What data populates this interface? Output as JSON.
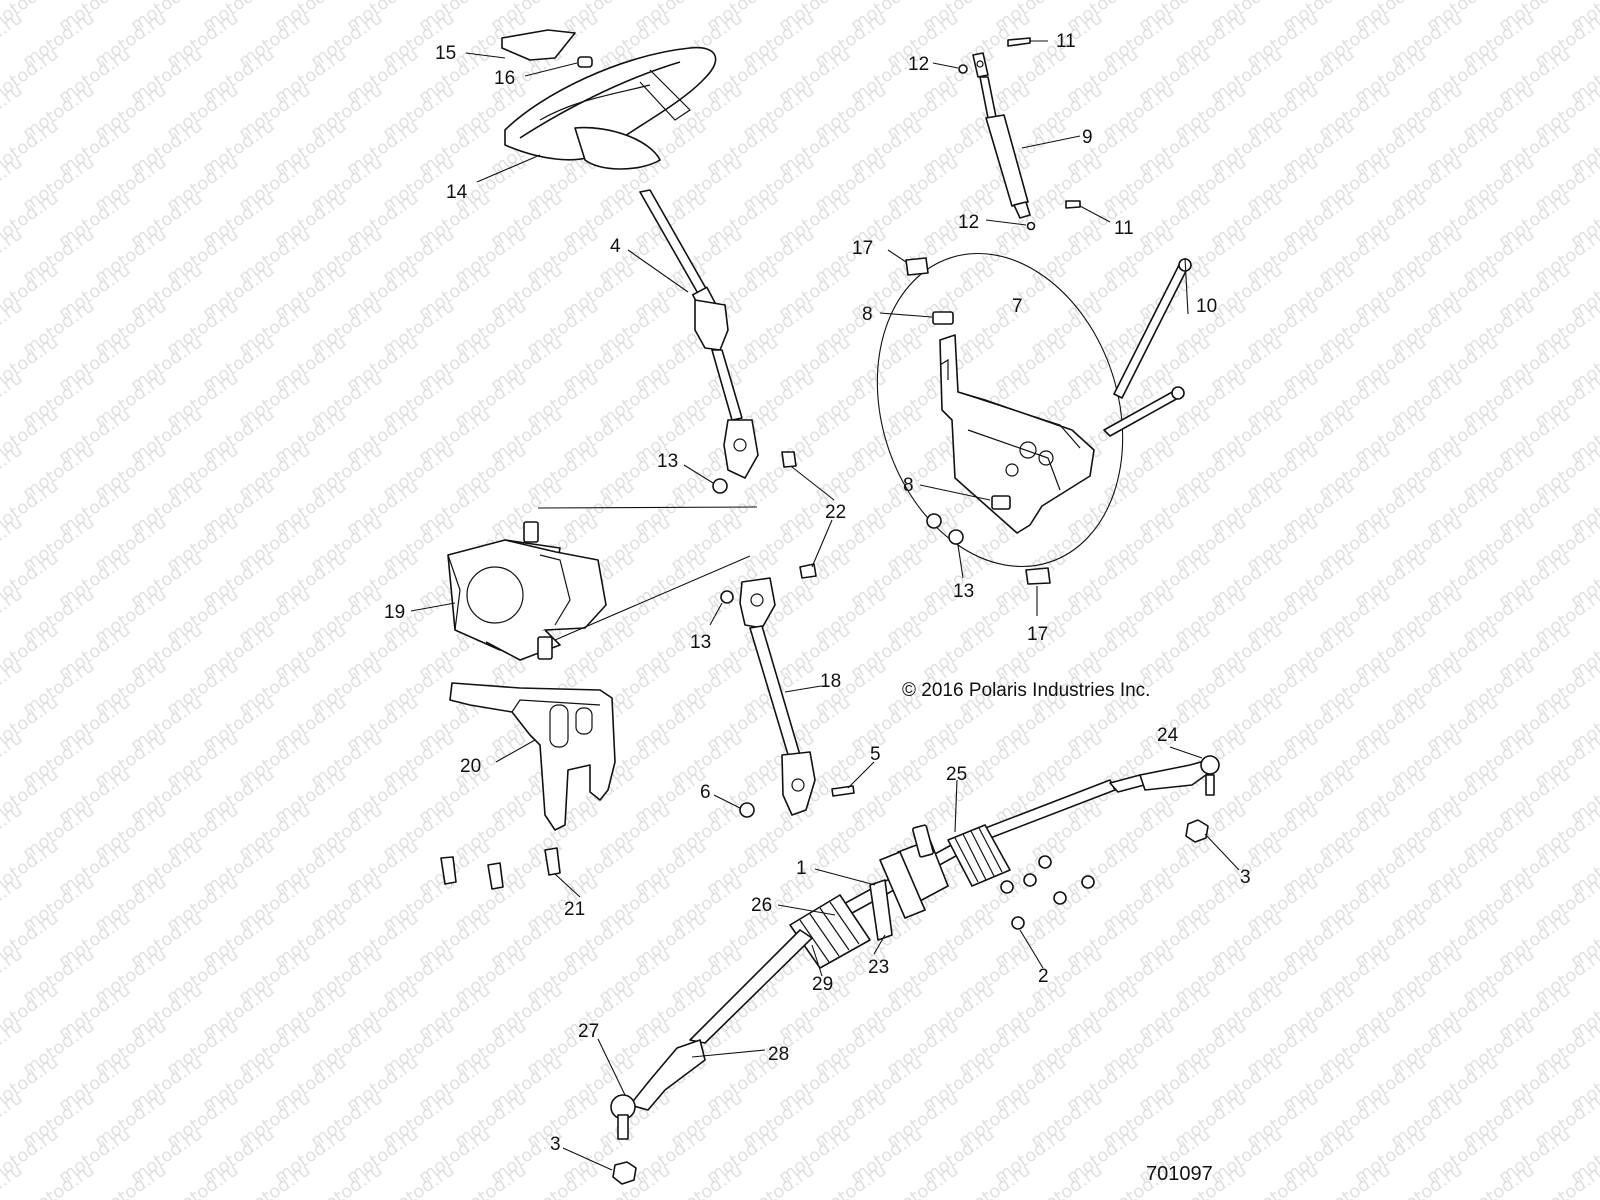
{
  "watermark": "motod.ru",
  "copyright": "© 2016 Polaris Industries Inc.",
  "figure_number": "701097",
  "callouts": {
    "c15": "15",
    "c16": "16",
    "c14": "14",
    "c4": "4",
    "c11a": "11",
    "c12a": "12",
    "c9": "9",
    "c12b": "12",
    "c11b": "11",
    "c17a": "17",
    "c8a": "8",
    "c7": "7",
    "c10": "10",
    "c8b": "8",
    "c13a": "13",
    "c22": "22",
    "c13b": "13",
    "c17b": "17",
    "c19": "19",
    "c13c": "13",
    "c18": "18",
    "c20": "20",
    "c6": "6",
    "c5": "5",
    "c21": "21",
    "c24": "24",
    "c25": "25",
    "c3a": "3",
    "c1": "1",
    "c26": "26",
    "c23": "23",
    "c29": "29",
    "c2": "2",
    "c27": "27",
    "c28": "28",
    "c3b": "3"
  }
}
